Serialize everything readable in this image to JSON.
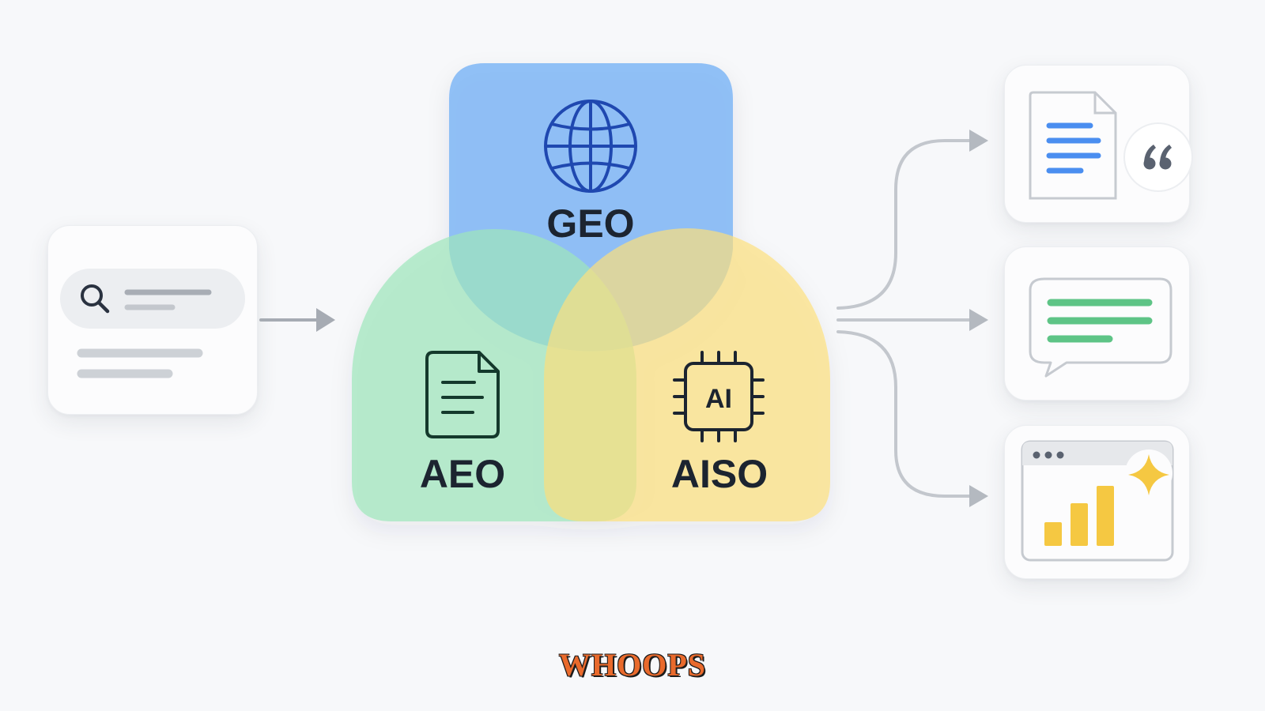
{
  "diagram": {
    "regions": [
      {
        "id": "geo",
        "label": "GEO",
        "icon": "globe-icon",
        "color": "#7fb6f6"
      },
      {
        "id": "aeo",
        "label": "AEO",
        "icon": "document-icon",
        "color": "#9fe6bd"
      },
      {
        "id": "aiso",
        "label": "AISO",
        "icon": "ai-chip-icon",
        "icon_text": "AI",
        "color": "#fcdf7e"
      }
    ],
    "input": {
      "icon": "search-icon"
    },
    "outputs": [
      {
        "id": "cited-document",
        "icon": "document-quote-icon",
        "accent": "#4a8ef0"
      },
      {
        "id": "chat-answer",
        "icon": "chat-bubble-icon",
        "accent": "#5ec486"
      },
      {
        "id": "analytics",
        "icon": "bar-chart-icon",
        "accent": "#f5c842"
      }
    ],
    "arrow_color": "#a6abb3"
  },
  "brand": {
    "logo_text": "WHOOPS"
  }
}
